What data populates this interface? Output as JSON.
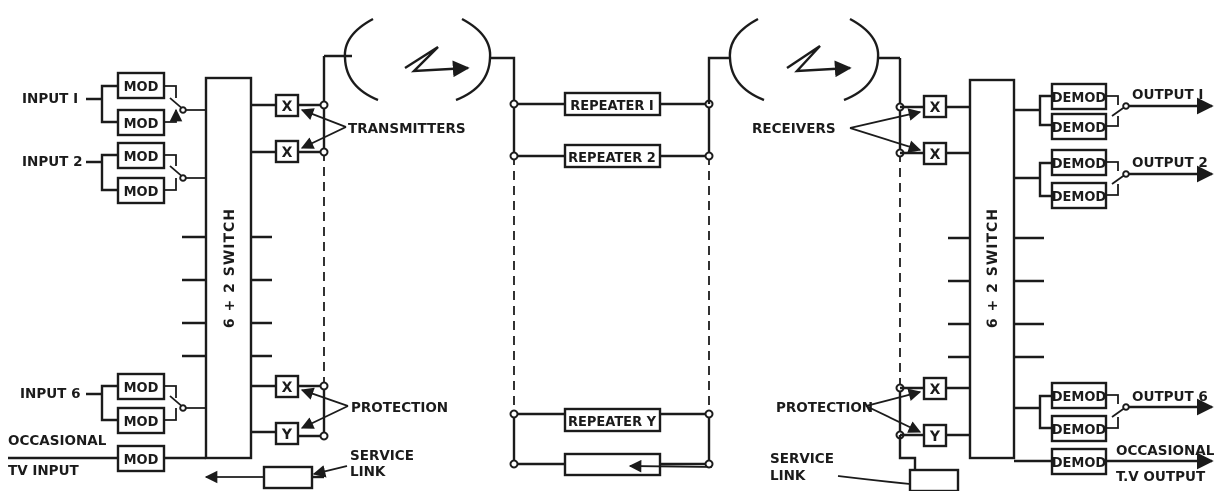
{
  "labels": {
    "input_1": "INPUT I",
    "input_2": "INPUT 2",
    "input_6": "INPUT 6",
    "occasional_tv_input_1": "OCCASIONAL",
    "occasional_tv_input_2": "TV INPUT",
    "mod": "MOD",
    "demod": "DEMOD",
    "switch": "6 + 2 SWITCH",
    "x": "X",
    "y": "Y",
    "transmitters": "TRANSMITTERS",
    "receivers": "RECEIVERS",
    "protection": "PROTECTION",
    "service_link_1": "SERVICE",
    "service_link_2": "LINK",
    "repeater_1": "REPEATER I",
    "repeater_2": "REPEATER 2",
    "repeater_y": "REPEATER Y",
    "output_1": "OUTPUT  I",
    "output_2": "OUTPUT  2",
    "output_6": "OUTPUT  6",
    "occasional_tv_output_1": "OCCASIONAL",
    "occasional_tv_output_2": "T.V  OUTPUT"
  },
  "colors": {
    "ink": "#1b1b1b",
    "paper": "#ffffff"
  }
}
